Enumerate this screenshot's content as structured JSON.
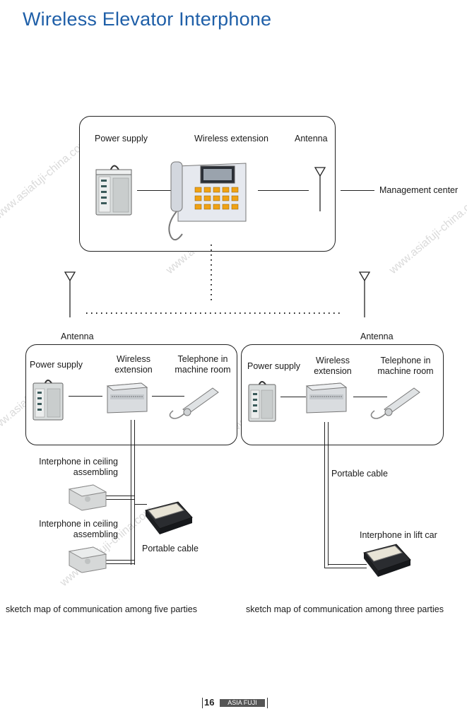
{
  "page": {
    "title": "Wireless Elevator Interphone",
    "footer": {
      "page_number": "16",
      "brand": "ASIA FUJI"
    },
    "watermark": "www.asiafuji-china.com"
  },
  "top_unit": {
    "power_supply": "Power supply",
    "wireless_extension": "Wireless extension",
    "antenna": "Antenna",
    "management_center": "Management center"
  },
  "left_unit": {
    "antenna": "Antenna",
    "power_supply": "Power supply",
    "wireless_extension": "Wireless\nextension",
    "telephone": "Telephone in\nmachine room",
    "interphone_ceiling_1": "Interphone in ceiling\nassembling",
    "interphone_ceiling_2": "Interphone in ceiling\nassembling",
    "portable_cable": "Portable cable",
    "caption": "sketch map of communication among five parties"
  },
  "right_unit": {
    "antenna": "Antenna",
    "power_supply": "Power supply",
    "wireless_extension": "Wireless\nextension",
    "telephone": "Telephone in\nmachine room",
    "portable_cable": "Portable cable",
    "interphone_lift_car": "Interphone in lift car",
    "caption": "sketch map of communication among three parties"
  }
}
